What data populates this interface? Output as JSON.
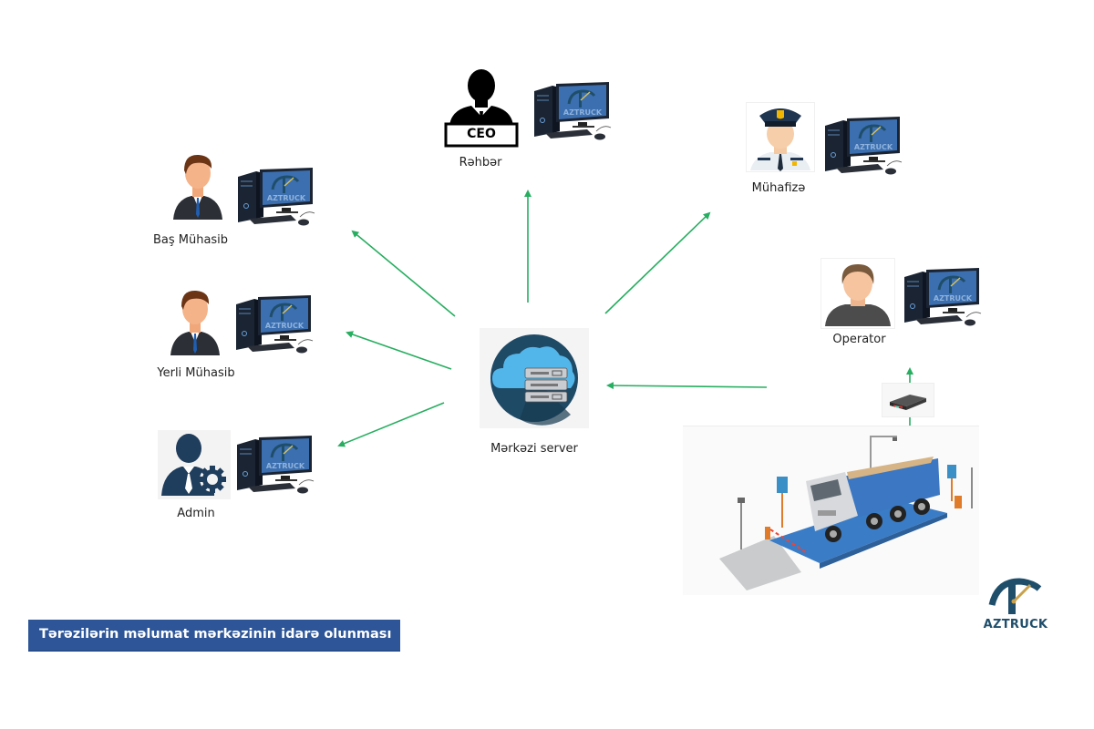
{
  "diagram": {
    "caption": "Tərəzilərin məlumat mərkəzinin idarə olunması",
    "logo_text": "AZTRUCK",
    "monitor_brand": "AZTRUCK",
    "ceo_badge": "CEO",
    "arrow_color": "#27ae60",
    "caption_bg": "#2d5597",
    "nodes": {
      "ceo": {
        "label": "Rəhbər",
        "icon": "ceo-icon"
      },
      "guard": {
        "label": "Mühafizə",
        "icon": "police-officer-icon"
      },
      "chief_accountant": {
        "label": "Baş Mühasib",
        "icon": "businessman-icon"
      },
      "local_accountant": {
        "label": "Yerli Mühasib",
        "icon": "businessman-icon"
      },
      "admin": {
        "label": "Admin",
        "icon": "admin-gear-icon"
      },
      "operator": {
        "label": "Operator",
        "icon": "user-icon"
      },
      "server": {
        "label": "Mərkəzi server",
        "icon": "cloud-server-icon"
      },
      "scale_indicator": {
        "label": "",
        "icon": "weight-indicator-icon"
      },
      "truck_scale": {
        "label": "",
        "icon": "truck-weighbridge-icon"
      }
    },
    "edges": [
      {
        "from": "server",
        "to": "ceo"
      },
      {
        "from": "server",
        "to": "guard"
      },
      {
        "from": "server",
        "to": "chief_accountant"
      },
      {
        "from": "server",
        "to": "local_accountant"
      },
      {
        "from": "server",
        "to": "admin"
      },
      {
        "from": "truck_scale",
        "to": "server"
      },
      {
        "from": "truck_scale",
        "to": "scale_indicator"
      }
    ]
  }
}
